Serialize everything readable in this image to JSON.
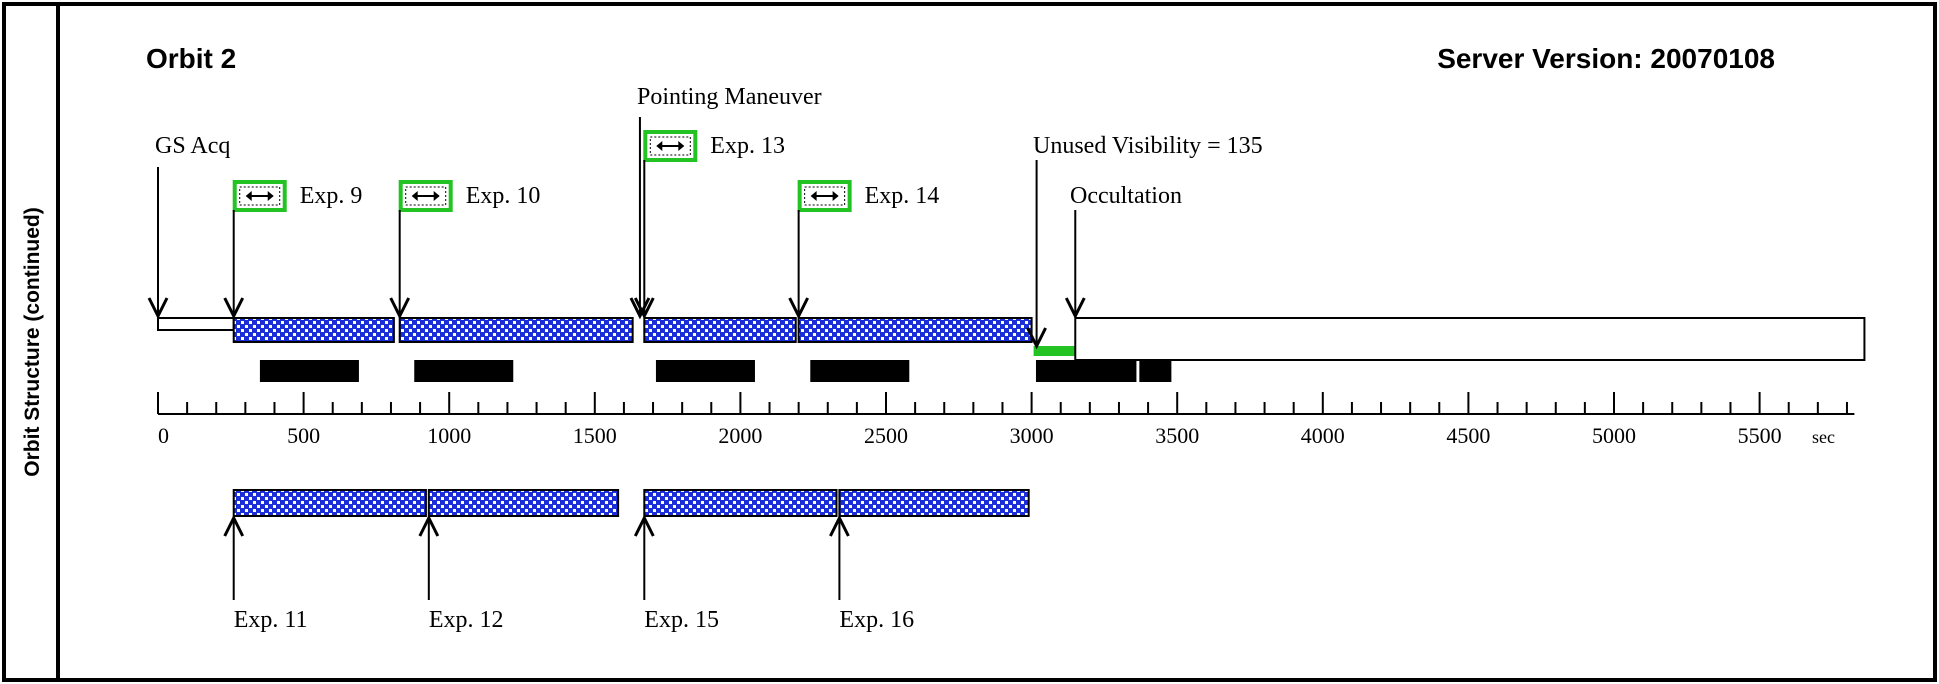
{
  "side_label": "Orbit Structure (continued)",
  "orbit_title": "Orbit 2",
  "server_version": "Server Version: 20070108",
  "labels": {
    "gs_acq": "GS Acq",
    "pointing_maneuver": "Pointing Maneuver",
    "unused_visibility": "Unused Visibility = 135",
    "occultation": "Occultation"
  },
  "axis": {
    "min": 0,
    "max": 5750,
    "unit": "sec",
    "major_ticks": [
      0,
      500,
      1000,
      1500,
      2000,
      2500,
      3000,
      3500,
      4000,
      4500,
      5000,
      5500
    ],
    "minor_step": 100
  },
  "top_exposures": [
    {
      "label": "Exp. 9",
      "start": 260,
      "end": 810
    },
    {
      "label": "Exp. 10",
      "start": 830,
      "end": 1630
    },
    {
      "label": "Exp. 13",
      "start": 1670,
      "end": 2190
    },
    {
      "label": "Exp. 14",
      "start": 2200,
      "end": 3000
    }
  ],
  "bottom_exposures": [
    {
      "label": "Exp. 11",
      "start": 260,
      "end": 920
    },
    {
      "label": "Exp. 12",
      "start": 930,
      "end": 1580
    },
    {
      "label": "Exp. 15",
      "start": 1670,
      "end": 2330
    },
    {
      "label": "Exp. 16",
      "start": 2340,
      "end": 2990
    }
  ],
  "events": {
    "gs_acq_time": 0,
    "gs_acq_end": 260,
    "pointing_maneuver_time": 1655,
    "unused_visibility_time": 3000,
    "occultation_time": 3150,
    "orbit_end": 5860
  },
  "dark_bars": [
    {
      "start": 350,
      "end": 690
    },
    {
      "start": 880,
      "end": 1220
    },
    {
      "start": 1710,
      "end": 2050
    },
    {
      "start": 2240,
      "end": 2580
    },
    {
      "start": 3015,
      "end": 3360
    },
    {
      "start": 3370,
      "end": 3480
    }
  ],
  "colors": {
    "exposure_fill": "#1a2fd8",
    "exposure_dot": "#ffffff",
    "highlight_green": "#22c322",
    "dark_bar": "#000000"
  }
}
